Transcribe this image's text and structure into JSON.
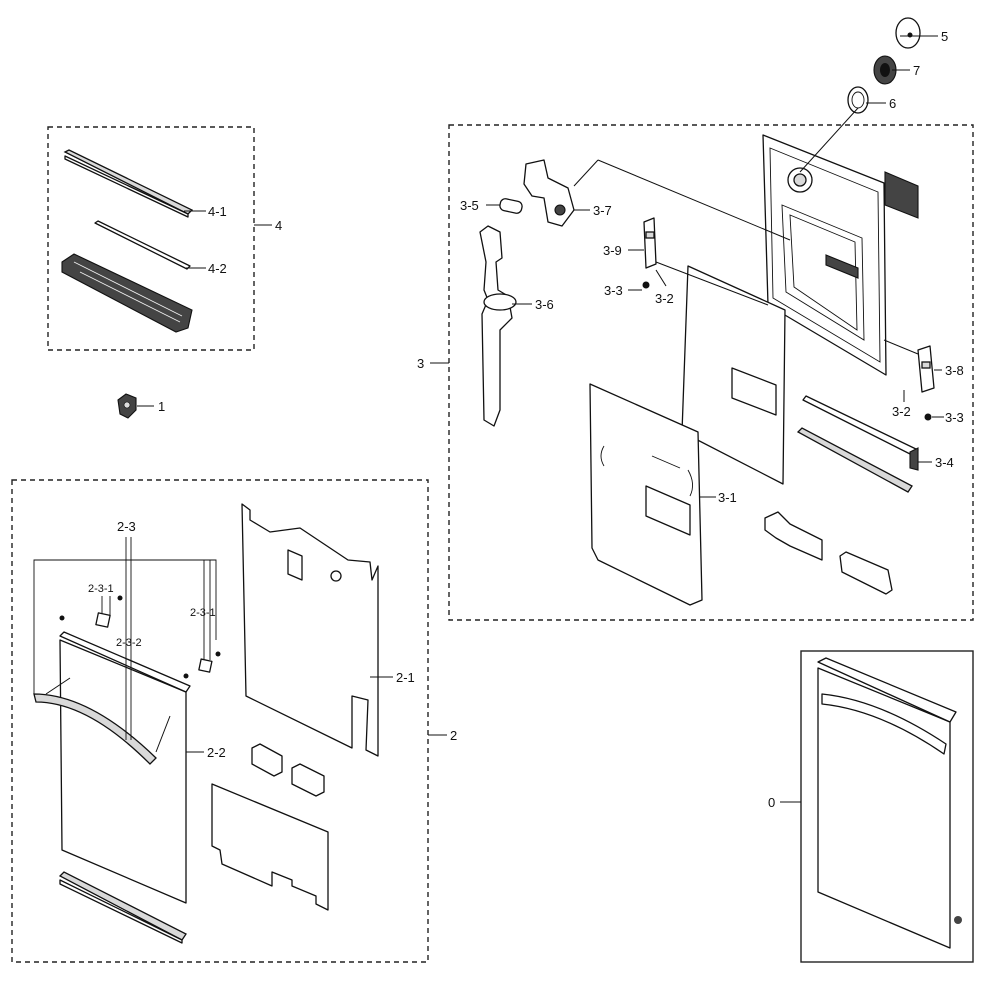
{
  "callouts": {
    "c0": "0",
    "c1": "1",
    "c2": "2",
    "c2_1": "2-1",
    "c2_2": "2-2",
    "c2_3": "2-3",
    "c2_3_1a": "2-3-1",
    "c2_3_1b": "2-3-1",
    "c2_3_2": "2-3-2",
    "c3": "3",
    "c3_1": "3-1",
    "c3_2a": "3-2",
    "c3_2b": "3-2",
    "c3_3a": "3-3",
    "c3_3b": "3-3",
    "c3_4": "3-4",
    "c3_5": "3-5",
    "c3_6": "3-6",
    "c3_7": "3-7",
    "c3_8": "3-8",
    "c3_9": "3-9",
    "c4": "4",
    "c4_1": "4-1",
    "c4_2": "4-2",
    "c5": "5",
    "c6": "6",
    "c7": "7"
  }
}
